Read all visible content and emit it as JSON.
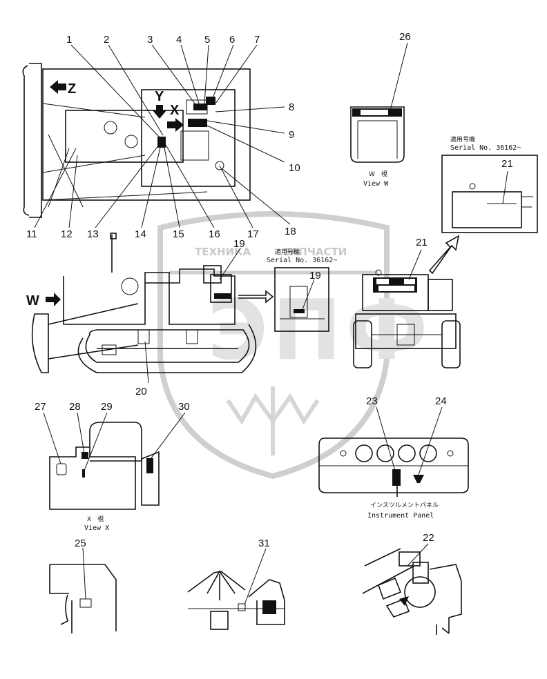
{
  "callouts": [
    "1",
    "2",
    "3",
    "4",
    "5",
    "6",
    "7",
    "8",
    "9",
    "10",
    "11",
    "12",
    "13",
    "14",
    "15",
    "16",
    "17",
    "18",
    "19",
    "19",
    "20",
    "21",
    "21",
    "22",
    "23",
    "24",
    "25",
    "26",
    "27",
    "28",
    "29",
    "30",
    "31"
  ],
  "view_letters": {
    "z": "Z",
    "y": "Y",
    "x": "X",
    "w": "W"
  },
  "view_w": {
    "jp": "W　視",
    "en": "View W"
  },
  "view_x": {
    "jp": "X　視",
    "en": "View X"
  },
  "serial_top": {
    "jp": "適用号機",
    "en": "Serial No. 36162~"
  },
  "serial_mid": {
    "jp": "適用号機",
    "en": "Serial No. 36162~"
  },
  "instrument_panel": {
    "jp": "インスツルメントパネル",
    "en": "Instrument Panel"
  },
  "watermark": {
    "left": "ТЕХНИКА",
    "right": "ЗАПЧАСТИ",
    "logo": "ЭПФ"
  },
  "colors": {
    "ink": "#111111",
    "watermark": "#c9c9c9"
  }
}
